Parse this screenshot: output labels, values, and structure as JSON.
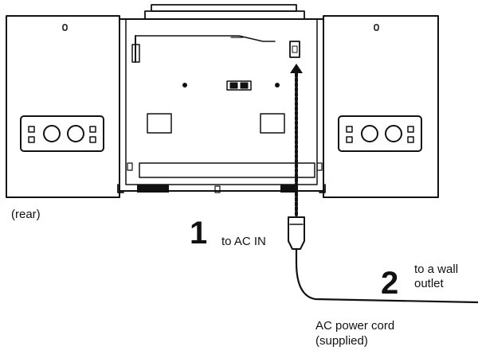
{
  "labels": {
    "rear": "(rear)",
    "step1_number": "1",
    "step1_text": "to AC IN",
    "step2_number": "2",
    "step2_text_line1": "to a wall",
    "step2_text_line2": "outlet",
    "cord_line1": "AC power cord",
    "cord_line2": "(supplied)"
  },
  "icons": {
    "plug": "ac-plug-icon",
    "arrow": "insert-arrow-icon",
    "jack": "ac-in-jack-icon"
  }
}
